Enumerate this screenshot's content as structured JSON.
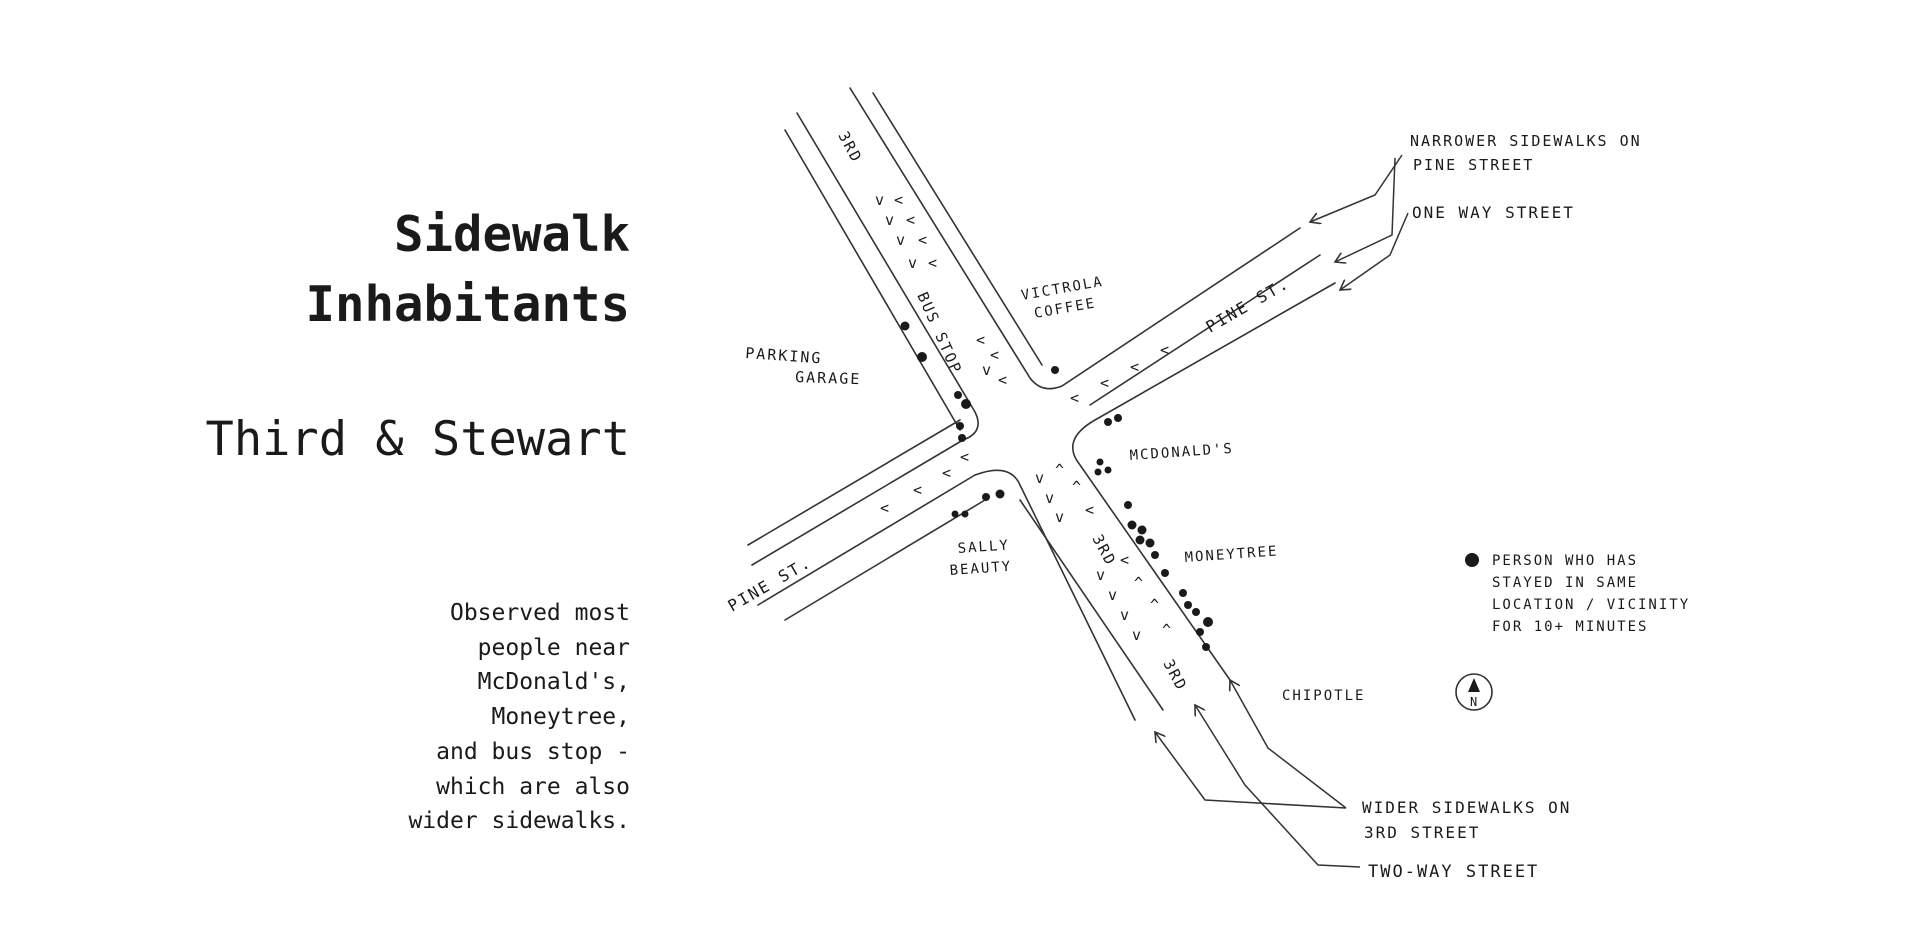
{
  "title": [
    "Sidewalk",
    "Inhabitants"
  ],
  "subtitle": "Third & Stewart",
  "description": [
    "Observed most",
    "people near",
    "McDonald's,",
    "Moneytree,",
    "and bus stop -",
    "which are also",
    "wider sidewalks."
  ],
  "map": {
    "streets": {
      "third_upper": "3RD",
      "third_middle": "3RD",
      "third_lower": "3RD",
      "pine_upper": "PINE ST.",
      "pine_lower": "PINE ST."
    },
    "places": {
      "parking_garage": [
        "PARKING",
        "GARAGE"
      ],
      "victrola_coffee": [
        "VICTROLA",
        "COFFEE"
      ],
      "bus_stop": "BUS STOP",
      "mcdonalds": "MCDONALD'S",
      "moneytree": "MONEYTREE",
      "sally_beauty": [
        "SALLY",
        "BEAUTY"
      ],
      "chipotle": "CHIPOTLE"
    },
    "annotations": {
      "narrower_sidewalks": [
        "NARROWER SIDEWALKS ON",
        "PINE STREET"
      ],
      "one_way_street": "ONE WAY STREET",
      "wider_sidewalks": [
        "WIDER SIDEWALKS ON",
        "3RD STREET"
      ],
      "two_way_street": "TWO-WAY STREET"
    },
    "legend": {
      "marker": "filled-dot",
      "label": [
        "PERSON WHO HAS",
        "STAYED IN SAME",
        "LOCATION / VICINITY",
        "FOR 10+ MINUTES"
      ]
    },
    "north_arrow": {
      "icon": "north-arrow-icon",
      "label": "N"
    },
    "person_marker_color": "#1a1a1a",
    "line_color": "#333333"
  }
}
